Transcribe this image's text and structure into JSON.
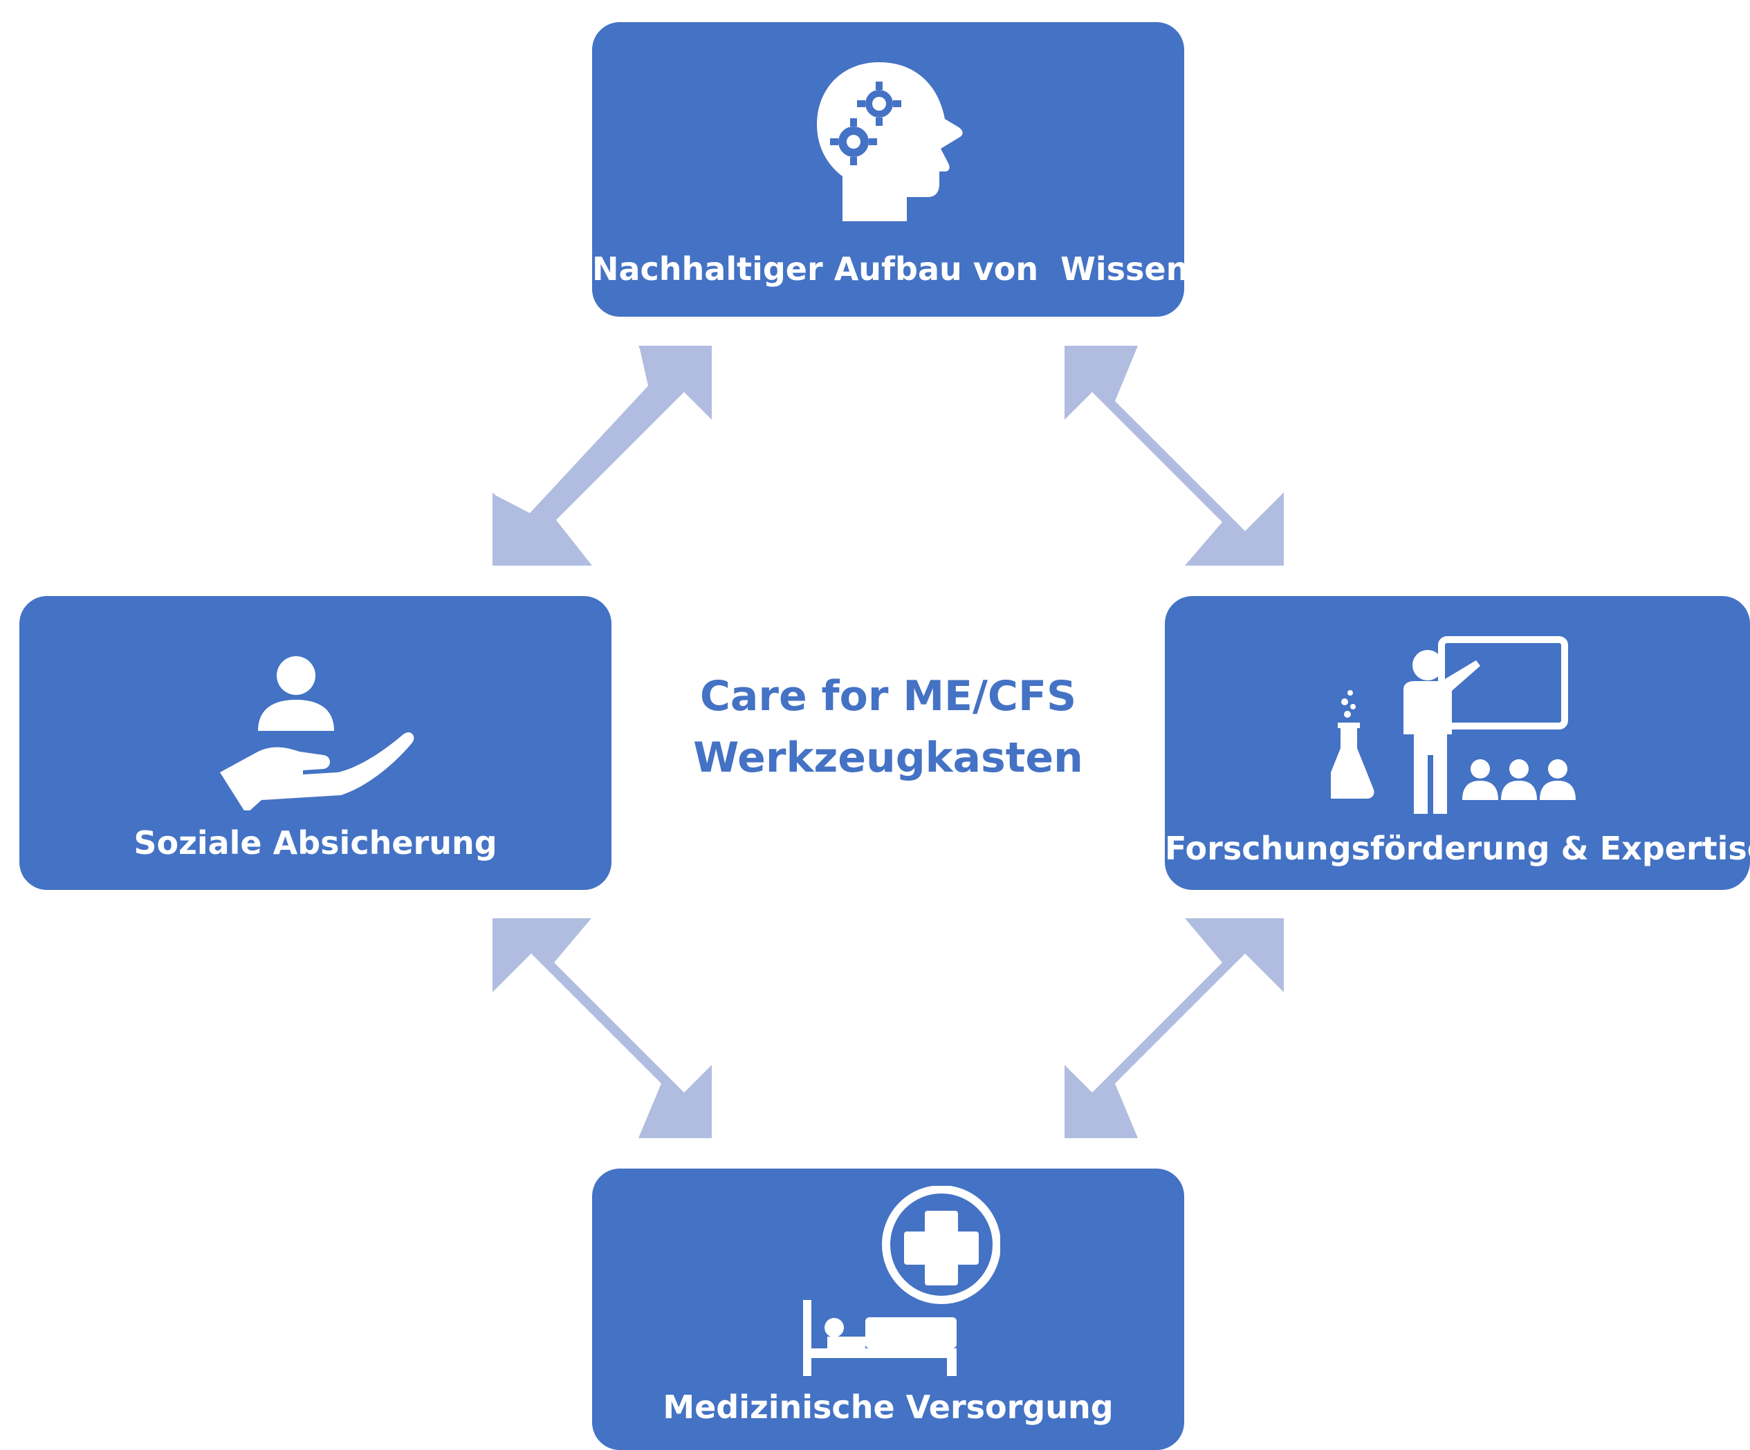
{
  "diagram": {
    "center": {
      "line1": "Care for ME/CFS",
      "line2": "Werkzeugkasten"
    },
    "nodes": {
      "top": {
        "label": "Nachhaltiger Aufbau von  Wissen",
        "icon": "head-gears-icon"
      },
      "left": {
        "label": "Soziale Absicherung",
        "icon": "hand-person-icon"
      },
      "right": {
        "label": "Forschungsförderung & Expertise",
        "icon": "teacher-lab-icon"
      },
      "bottom": {
        "label": "Medizinische Versorgung",
        "icon": "hospital-bed-cross-icon"
      }
    },
    "colors": {
      "box": "#4472c4",
      "arrow": "#b0bde0",
      "center_text": "#4472c4",
      "label_text": "#ffffff"
    }
  }
}
